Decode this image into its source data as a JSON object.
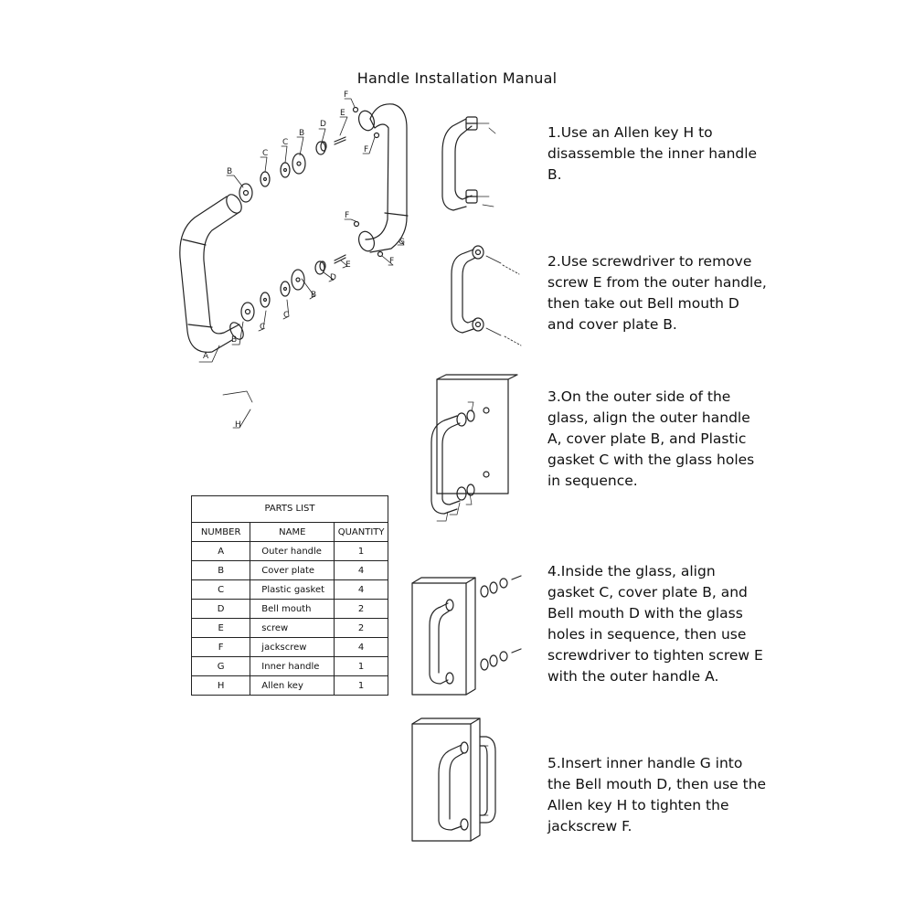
{
  "title": "Handle Installation Manual",
  "steps": [
    "1.Use an Allen key H to disassemble the inner handle B.",
    "2.Use screwdriver   to remove screw E from the outer handle, then take out Bell mouth D and cover plate B.",
    "3.On the outer side of the glass, align the outer handle A, cover plate B, and Plastic gasket C with the glass holes in sequence.",
    "4.Inside the glass, align gasket C, cover plate B, and Bell mouth D with the glass holes in sequence, then use screwdriver   to tighten screw E with the outer handle A.",
    "5.Insert inner handle G into the Bell mouth D, then use the Allen key H to tighten the jackscrew F."
  ],
  "parts_list": {
    "title": "PARTS LIST",
    "headers": [
      "NUMBER",
      "NAME",
      "QUANTITY"
    ],
    "rows": [
      {
        "number": "A",
        "name": "Outer handle",
        "quantity": "1"
      },
      {
        "number": "B",
        "name": "Cover plate",
        "quantity": "4"
      },
      {
        "number": "C",
        "name": "Plastic gasket",
        "quantity": "4"
      },
      {
        "number": "D",
        "name": "Bell mouth",
        "quantity": "2"
      },
      {
        "number": "E",
        "name": "screw",
        "quantity": "2"
      },
      {
        "number": "F",
        "name": "jackscrew",
        "quantity": "4"
      },
      {
        "number": "G",
        "name": "Inner handle",
        "quantity": "1"
      },
      {
        "number": "H",
        "name": "Allen key",
        "quantity": "1"
      }
    ]
  },
  "diagram_labels": {
    "a": "A",
    "b": "B",
    "c": "C",
    "d": "D",
    "e": "E",
    "f": "F",
    "g": "G",
    "h": "H"
  }
}
